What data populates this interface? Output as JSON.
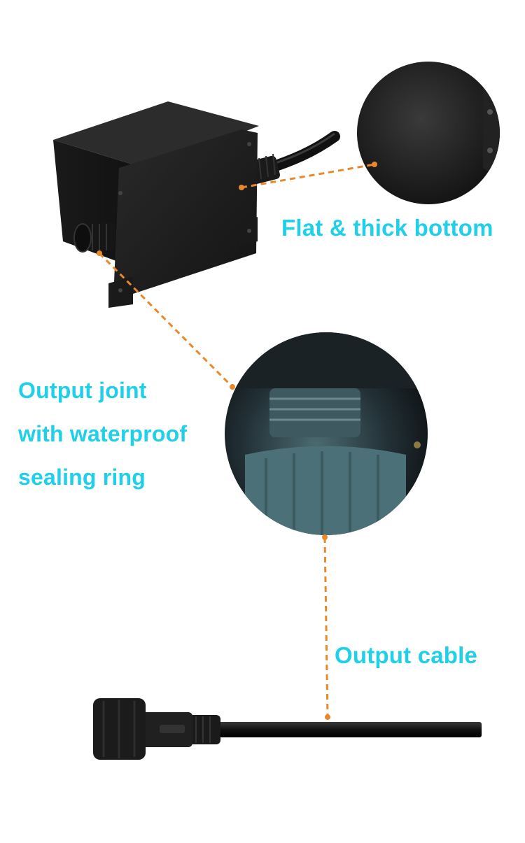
{
  "callouts": {
    "flat_bottom": "Flat & thick bottom",
    "output_joint": [
      "Output joint",
      "with waterproof",
      "sealing ring"
    ],
    "output_cable": "Output cable"
  },
  "colors": {
    "label_text": "#1fd0e8",
    "leader_line": "#e8892a",
    "product_body": "#1c1c1c"
  }
}
